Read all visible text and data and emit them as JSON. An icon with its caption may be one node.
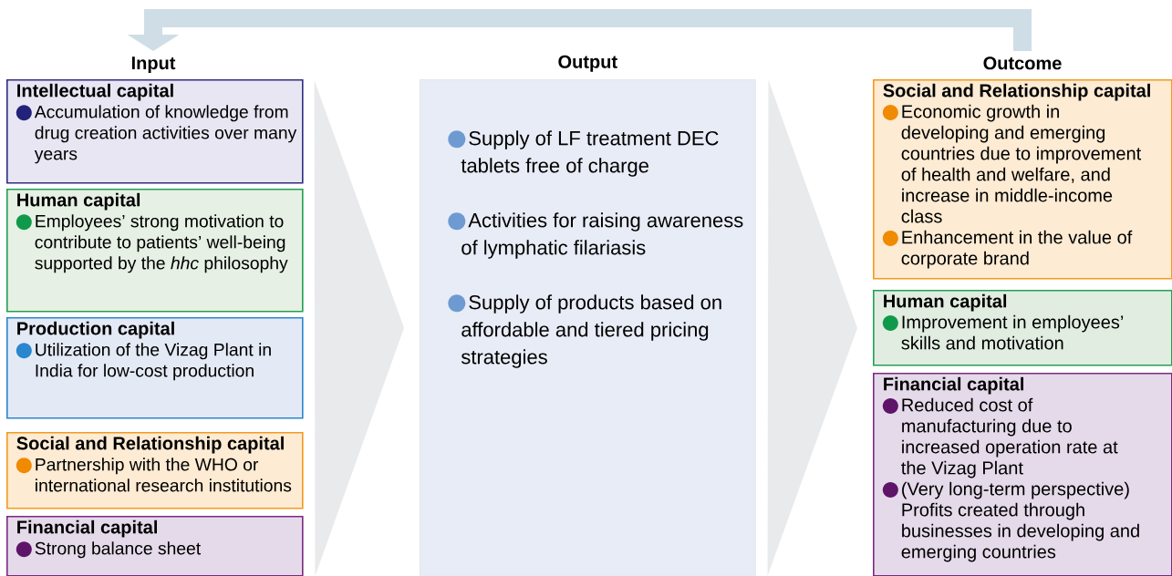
{
  "diagram": {
    "nodes": [
      {
        "text": [
          "Input"
        ]
      },
      {
        "text": [
          "Intellectual capital",
          "Accumulation of knowledge from drug creation activities over many years"
        ]
      },
      {
        "text": [
          "Human capital",
          "Employees’ strong motivation to contribute to patients’ well-being supported by the *hhc* philosophy"
        ]
      },
      {
        "text": [
          "Production capital",
          "Utilization of the Vizag Plant in India for low-cost production"
        ]
      },
      {
        "text": [
          "Social and Relationship capital",
          "Partnership with the WHO or international research institutions"
        ]
      },
      {
        "text": [
          "Financial capital",
          "Strong balance sheet"
        ]
      },
      {
        "text": [
          "Output",
          "Supply of LF treatment DEC tablets free of charge",
          "Activities for raising awareness of lymphatic filariasis",
          "Supply of products based on affordable and tiered pricing strategies"
        ]
      },
      {
        "text": [
          "Outcome"
        ]
      },
      {
        "text": [
          "Social and Relationship capital",
          "Economic growth in developing and emerging countries due to improvement of health and welfare, and increase in middle-income class",
          "Enhancement in the value of corporate brand"
        ]
      },
      {
        "text": [
          "Human capital",
          "Improvement in employees’ skills and motivation"
        ]
      },
      {
        "text": [
          "Financial capital",
          "Reduced cost of manufacturing due to increased operation rate at the Vizag Plant",
          "(Very long-term perspective) Profits created through businesses in developing and emerging countries"
        ]
      }
    ],
    "edges": [
      {
        "from": 7,
        "to": 0,
        "arrow": "to",
        "color": "#cfdde6"
      },
      {
        "from": null,
        "to": 6,
        "arrow": "to"
      },
      {
        "from": 6,
        "to": null,
        "arrow": "to"
      }
    ]
  }
}
